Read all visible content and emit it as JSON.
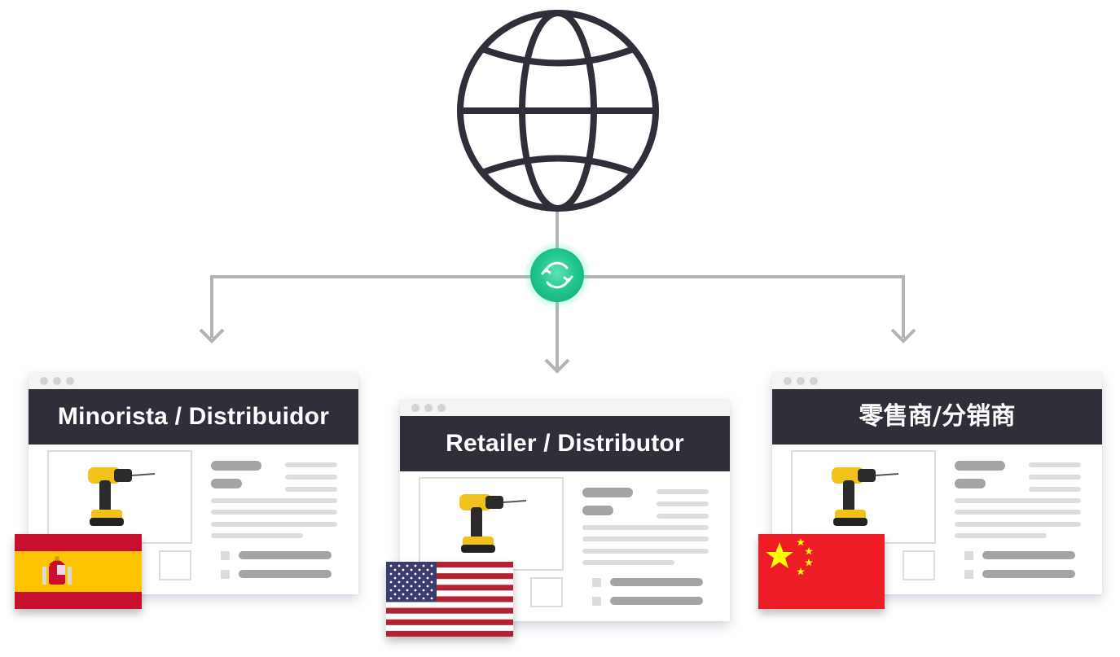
{
  "diagram": {
    "description": "Globe syncing product page to three localized retailer/distributor storefronts",
    "colors": {
      "globe_stroke": "#302e39",
      "connector": "#b3b3b3",
      "sync_badge": "#1fc78f",
      "title_bar": "#302e39",
      "card_background": "#ffffff",
      "placeholder_dark": "#a4a4a4",
      "placeholder_light": "#dcdcdc"
    },
    "hub": {
      "icon": "globe-icon"
    },
    "sync_badge": {
      "icon": "sync-icon"
    },
    "cards": [
      {
        "title": "Minorista / Distribuidor",
        "language": "Spanish",
        "flag": "spain-flag",
        "product": "drill-image"
      },
      {
        "title": "Retailer / Distributor",
        "language": "English",
        "flag": "usa-flag",
        "product": "drill-image"
      },
      {
        "title": "零售商/分销商",
        "language": "Chinese",
        "flag": "china-flag",
        "product": "drill-image"
      }
    ]
  }
}
